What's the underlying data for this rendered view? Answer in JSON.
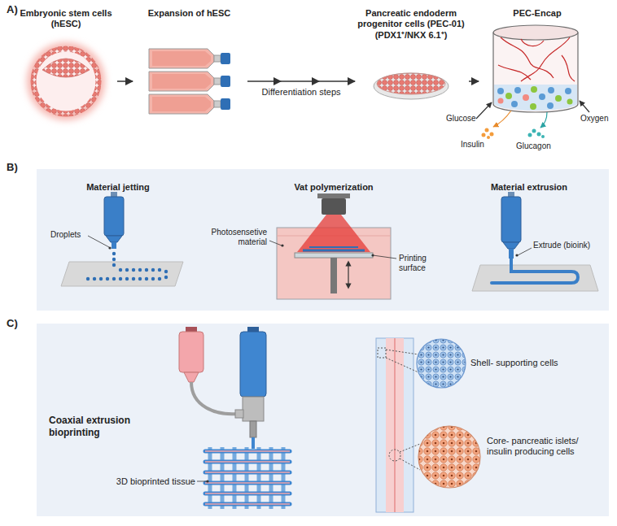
{
  "diagram": {
    "nodes": [
      {
        "text": [
          "A)"
        ]
      },
      {
        "text": [
          "Embryonic stem cells (hESC)"
        ],
        "in": 0
      },
      {
        "text": [
          "Expansion of hESC"
        ],
        "in": 0
      },
      {
        "text": [
          "Pancreatic endoderm progenitor cells (PEC-01)",
          "(PDX1⁺/NKX 6.1⁺)"
        ],
        "in": 0
      },
      {
        "text": [
          "PEC-Encap"
        ],
        "in": 0
      },
      {
        "text": [
          "B)"
        ]
      },
      {
        "text": [
          "Material jetting"
        ],
        "in": 5
      },
      {
        "text": [
          "Vat polymerization"
        ],
        "in": 5
      },
      {
        "text": [
          "Material extrusion"
        ],
        "in": 5
      },
      {
        "text": [
          "C)",
          "Coaxial extrusion bioprinting"
        ]
      },
      {
        "text": [
          "Shell- supporting cells"
        ],
        "in": 9
      },
      {
        "text": [
          "Core- pancreatic islets/ insulin producing cells"
        ],
        "in": 9
      }
    ],
    "edges": [
      {
        "from": 1,
        "to": 2,
        "arrow": "to"
      },
      {
        "from": 2,
        "to": 3,
        "label": "Differentiation steps",
        "arrow": "to"
      },
      {
        "from": 3,
        "to": 4,
        "arrow": "to"
      }
    ],
    "labels": [
      "Glucose",
      "Insulin",
      "Glucagon",
      "Oxygen",
      "Droplets",
      "Photosensetive material",
      "Printing surface",
      "Extrude (bioink)",
      "3D bioprinted tissue"
    ]
  }
}
